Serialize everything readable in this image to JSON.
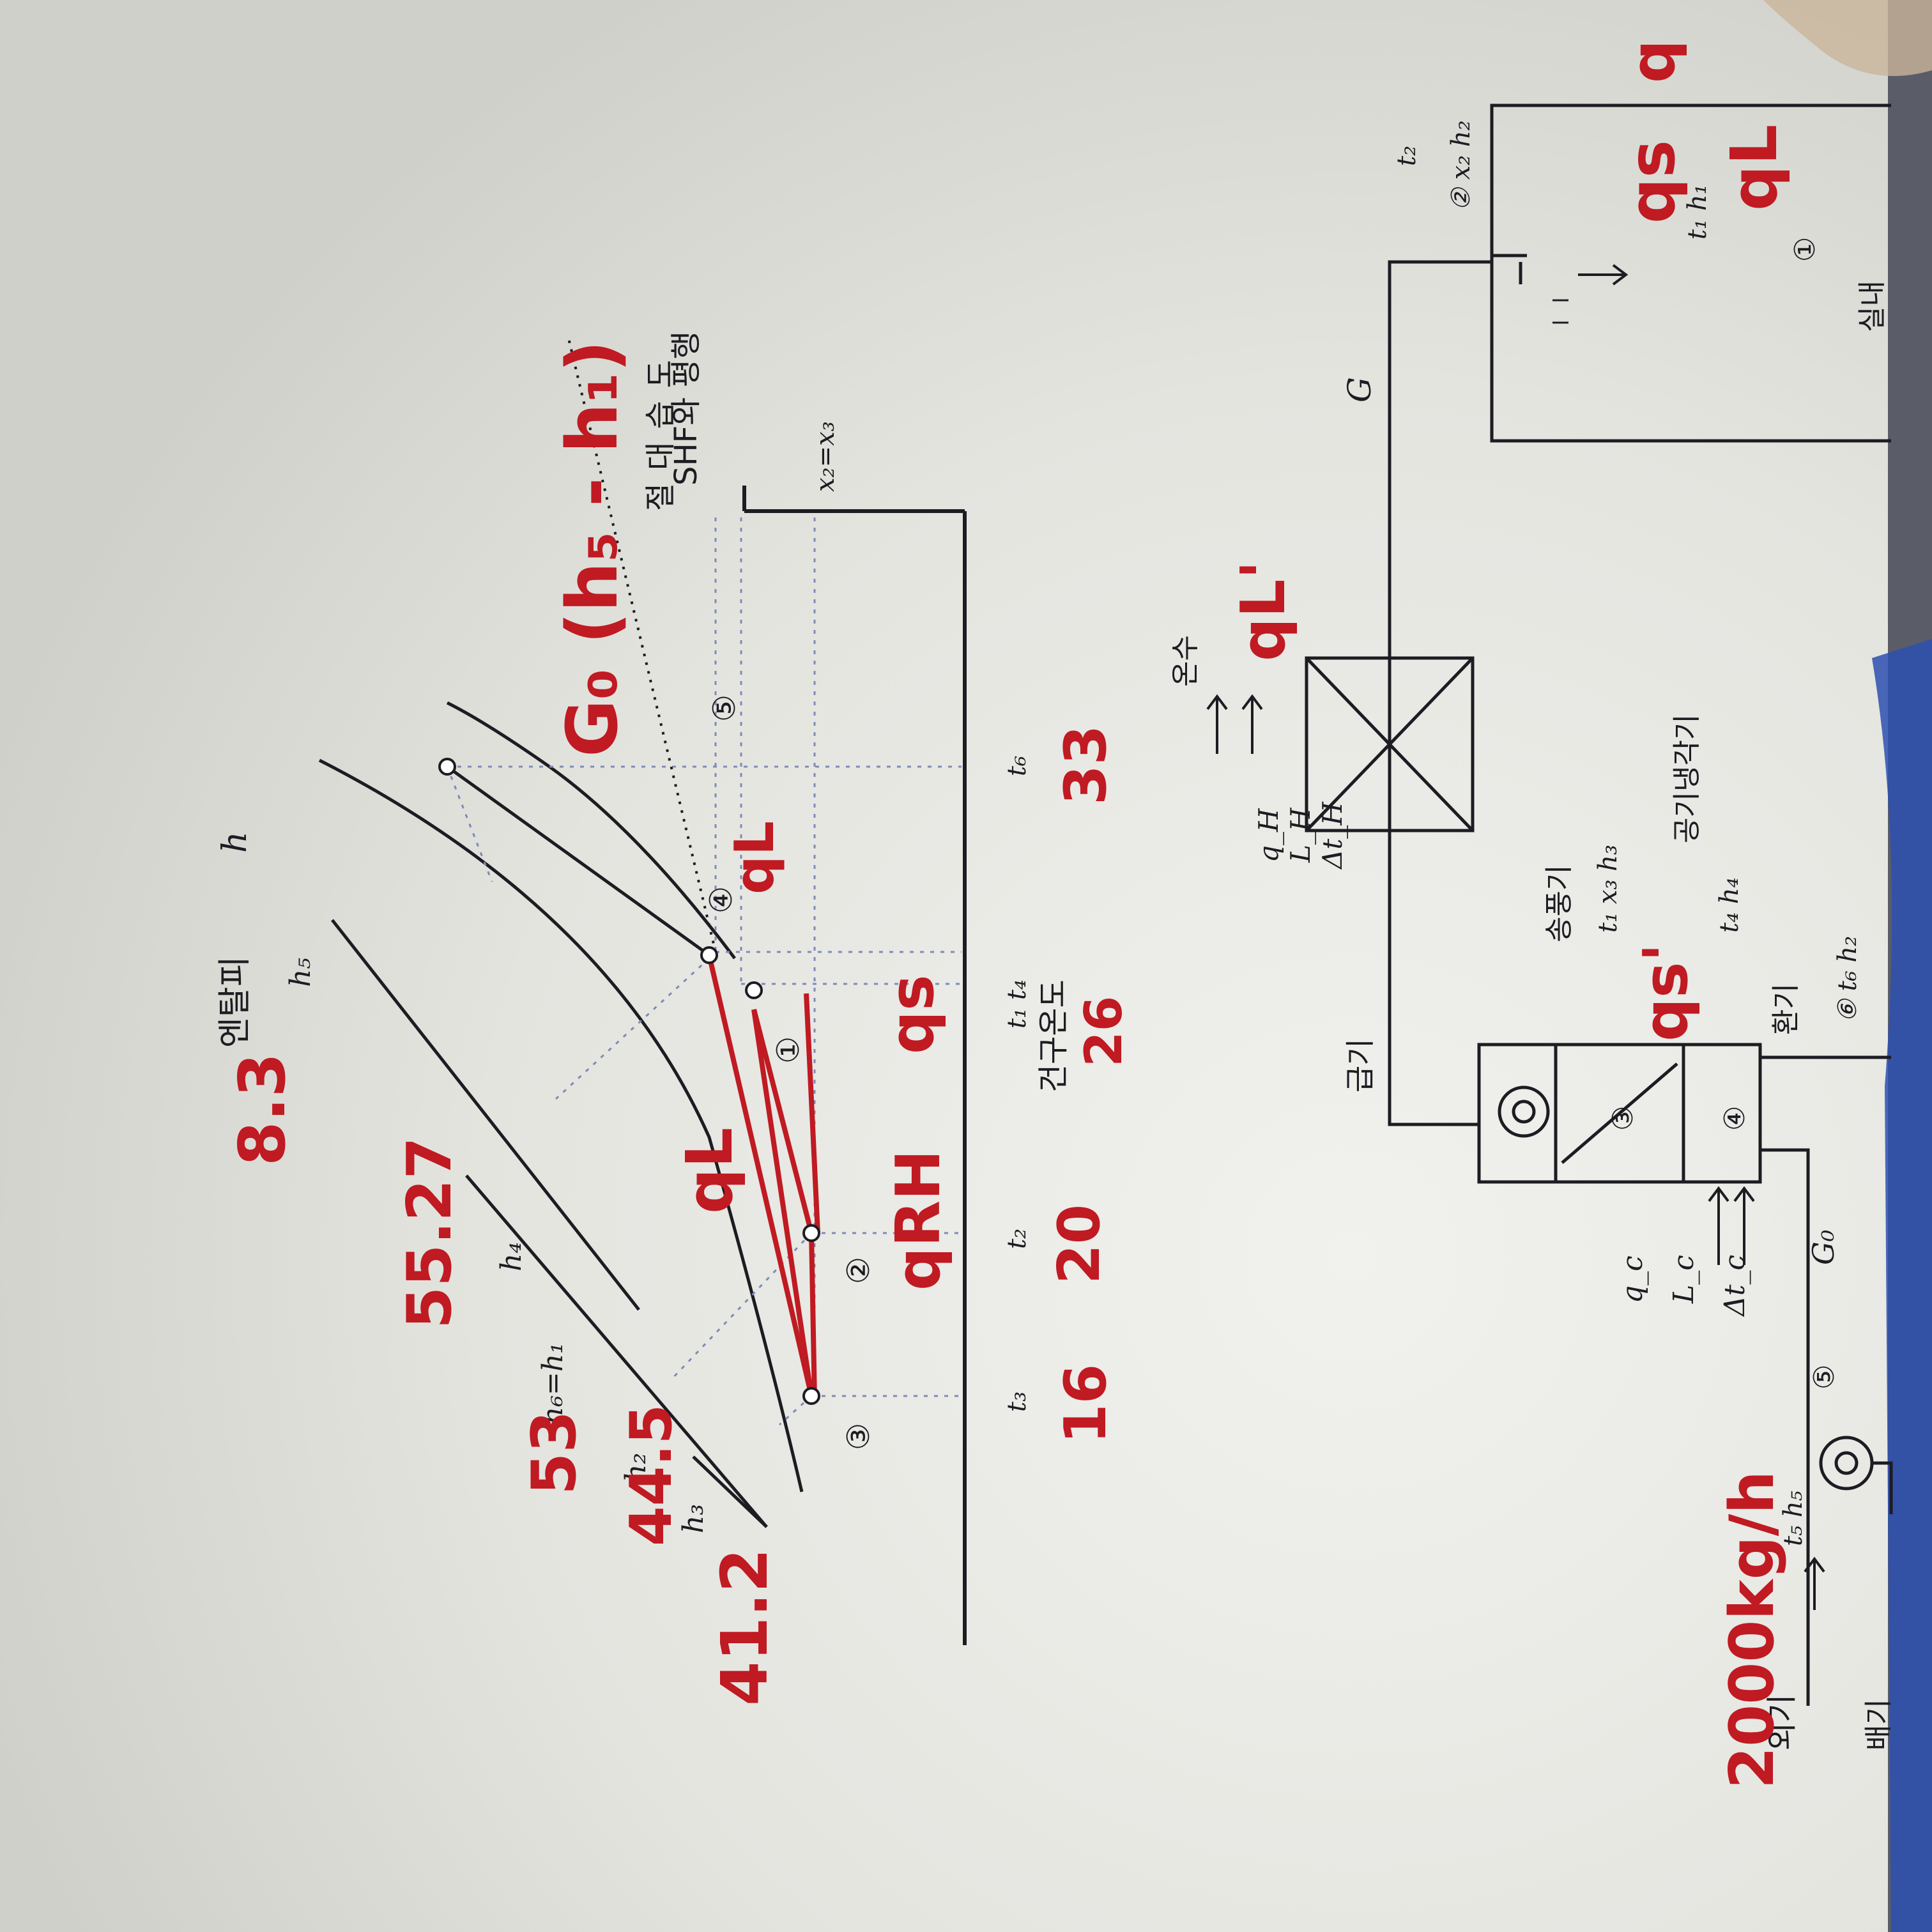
{
  "diagram": {
    "axis_enthalpy": "엔탈피",
    "axis_enthalpy_symbol": "h",
    "axis_drybulb": "건구온도",
    "axis_humidity": "절대습도",
    "shf_note": "SHF와 평행",
    "x_equal": "x₂=x₃",
    "enthalpy_labels": [
      "h₃",
      "h₂",
      "h₆=h₁",
      "h₄",
      "h₅"
    ],
    "temp_labels": [
      "t₃",
      "t₂",
      "t₁ t₄",
      "t₆"
    ],
    "points": [
      "③",
      "②",
      "①",
      "④",
      "⑤"
    ]
  },
  "schematic": {
    "outdoor_air": "외기",
    "exhaust": "배기",
    "supply_air": "급기",
    "return_air": "환기",
    "fan_label": "송풍기",
    "cooler_label": "공기냉각기",
    "hot_water": "온수",
    "room_label": "실내",
    "G": "G",
    "G0": "G₀",
    "qc": "q_c",
    "Lc": "L_c",
    "dtc": "Δt_c",
    "qH": "q_H",
    "LH": "L_H",
    "dtH": "Δt_H",
    "fan_state": "t₁ x₃ h₃",
    "coil_state": "t₄ h₄",
    "return_state": "⑥ t₆ h₂",
    "outdoor_state": "t₅ h₅",
    "room_state": "t₁ h₁",
    "supply_state": "② x₂ h₂",
    "supply_temp": "t₂",
    "num1": "①",
    "num3": "③",
    "num4": "④",
    "num5": "⑤"
  },
  "handwriting": {
    "figure": "8.3",
    "h3": "41.2",
    "h2": "44.5",
    "h1": "53",
    "h4": "55.27",
    "t3": "16",
    "t2": "20",
    "t1": "26",
    "t6": "33",
    "qL_mid": "qL",
    "qL_right": "qL",
    "qRH": "qRH",
    "qs": "qs",
    "formula": "G₀ (h₅ - h₁)",
    "flow": "2000kg/h",
    "qs_room": "qs",
    "qL_room": "qL",
    "qs_coil": "qs'",
    "qL_coil": "qL'",
    "q_room_side": "q"
  },
  "colors": {
    "ink": "#1c1c22",
    "red": "#c01a22",
    "dots": "#7f8ab8",
    "circle_num": "#4a5aa0",
    "paper": "#e2e2dc"
  }
}
